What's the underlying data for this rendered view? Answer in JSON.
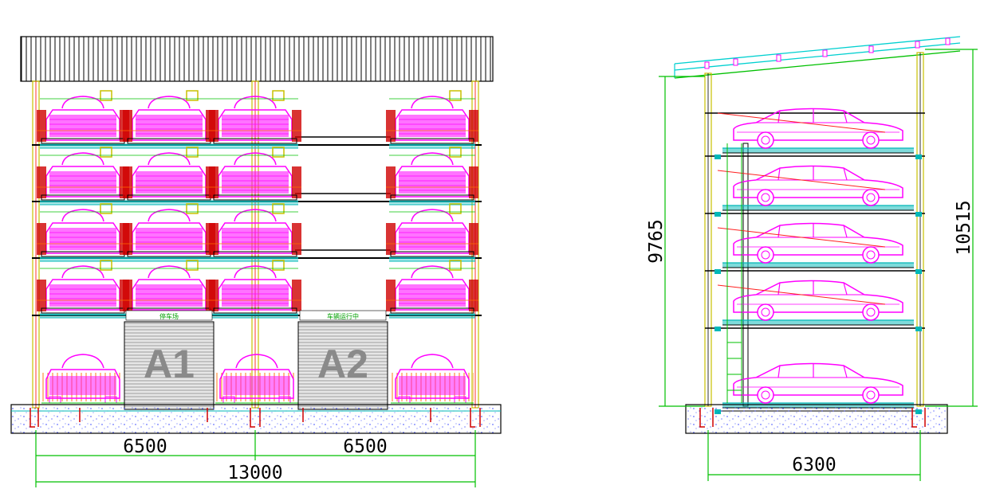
{
  "front_view": {
    "bays": [
      "A1",
      "A2"
    ],
    "dimensions": {
      "left_span": "6500",
      "right_span": "6500",
      "total_width": "13000"
    },
    "door_labels": [
      "停车场",
      "车辆运行中"
    ]
  },
  "side_view": {
    "dimensions": {
      "width": "6300",
      "height_inner": "9765",
      "height_total": "10515"
    }
  },
  "colors": {
    "car": "#ff00ff",
    "steel": "#e00000",
    "platform": "#00b8b8",
    "dimension": "#00c000",
    "frame": "#c8c000",
    "ground": "#2030ff",
    "roof": "#00d0d0"
  }
}
